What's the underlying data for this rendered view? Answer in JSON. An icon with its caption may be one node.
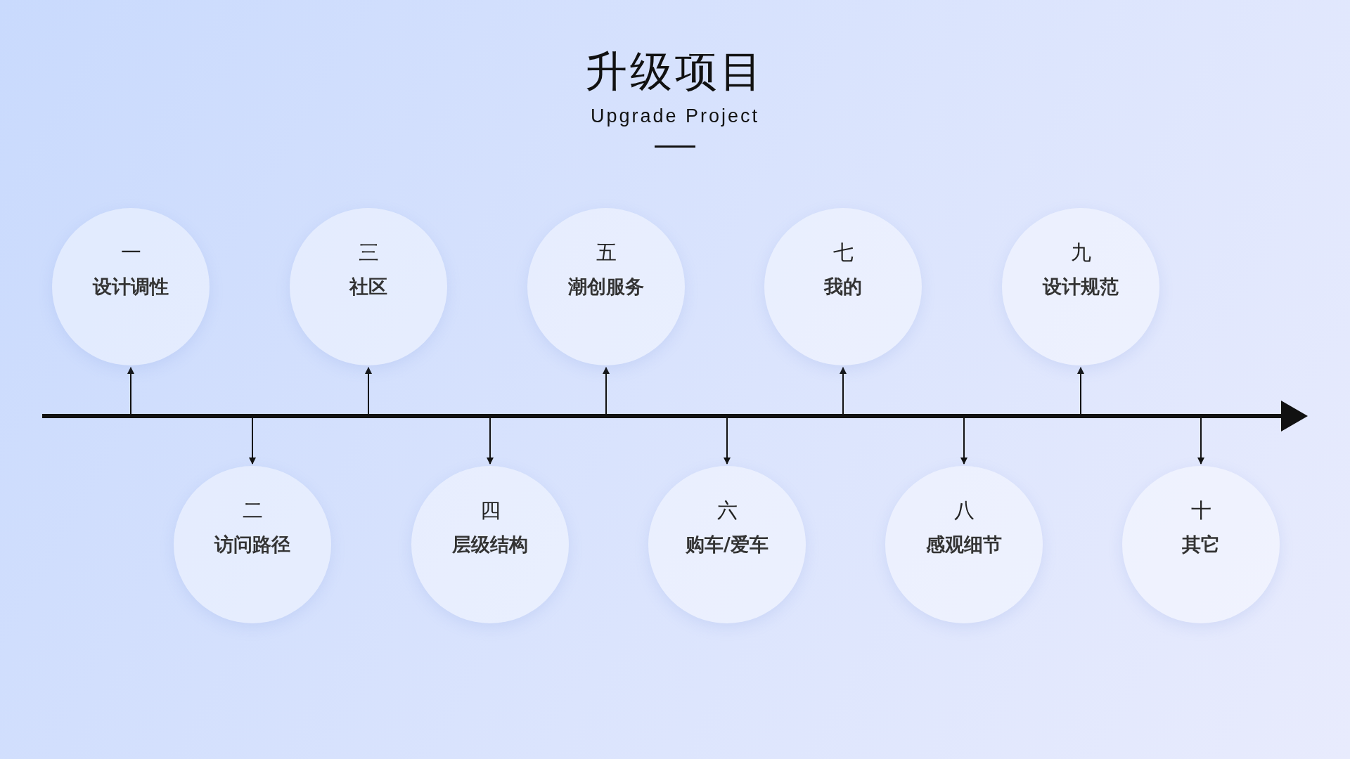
{
  "diagram": {
    "title": "升级项目",
    "caption": "Upgrade Project",
    "nodes": [
      {
        "text": [
          "一",
          "设计调性"
        ]
      },
      {
        "text": [
          "二",
          "访问路径"
        ]
      },
      {
        "text": [
          "三",
          "社区"
        ]
      },
      {
        "text": [
          "四",
          "层级结构"
        ]
      },
      {
        "text": [
          "五",
          "潮创服务"
        ]
      },
      {
        "text": [
          "六",
          "购车/爱车"
        ]
      },
      {
        "text": [
          "七",
          "我的"
        ]
      },
      {
        "text": [
          "八",
          "感观细节"
        ]
      },
      {
        "text": [
          "九",
          "设计规范"
        ]
      },
      {
        "text": [
          "十",
          "其它"
        ]
      }
    ],
    "edges": [
      {
        "from": null,
        "to": 0,
        "arrow": "to"
      },
      {
        "from": null,
        "to": 1,
        "arrow": "to"
      },
      {
        "from": null,
        "to": 2,
        "arrow": "to"
      },
      {
        "from": null,
        "to": 3,
        "arrow": "to"
      },
      {
        "from": null,
        "to": 4,
        "arrow": "to"
      },
      {
        "from": null,
        "to": 5,
        "arrow": "to"
      },
      {
        "from": null,
        "to": 6,
        "arrow": "to"
      },
      {
        "from": null,
        "to": 7,
        "arrow": "to"
      },
      {
        "from": null,
        "to": 8,
        "arrow": "to"
      },
      {
        "from": null,
        "to": 9,
        "arrow": "to"
      }
    ]
  }
}
